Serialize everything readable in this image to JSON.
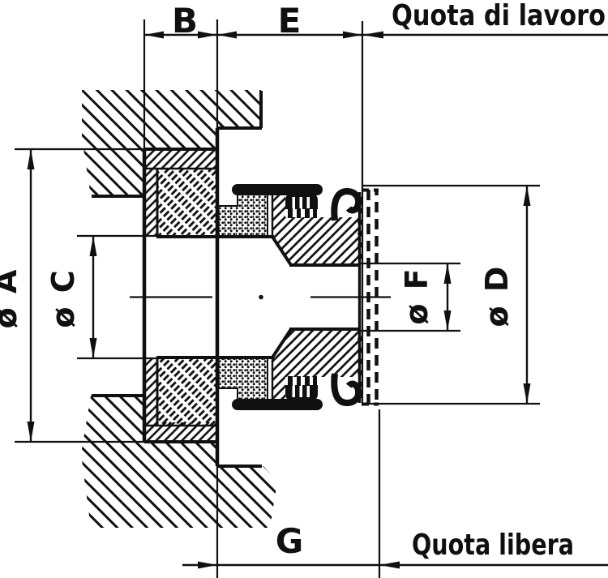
{
  "drawing": {
    "title_note": "sectional seal-and-bushing installation drawing",
    "top_dimensions": {
      "b": "B",
      "e": "E",
      "working_label": "Quota di lavoro"
    },
    "bottom_dimensions": {
      "g": "G",
      "free_label": "Quota libera"
    },
    "diameters": {
      "a": "ø A",
      "c": "ø C",
      "f": "ø F",
      "d": "ø D"
    },
    "colors": {
      "ink": "#101010",
      "background": "#ffffff"
    }
  }
}
